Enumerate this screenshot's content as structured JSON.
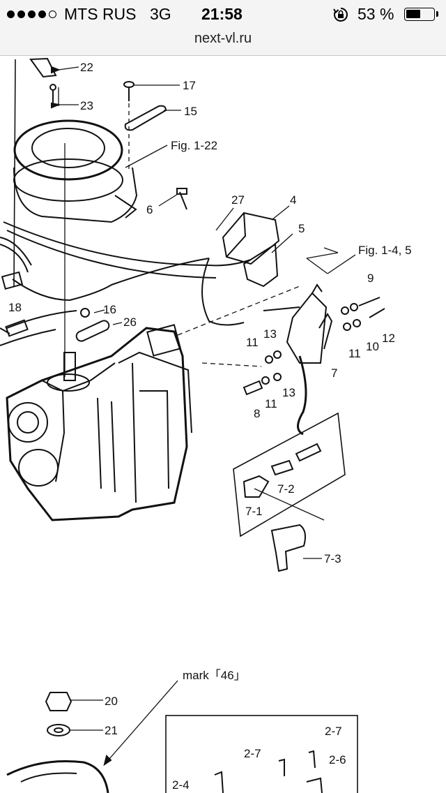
{
  "status_bar": {
    "carrier": "MTS RUS",
    "network": "3G",
    "time": "21:58",
    "battery_percent": "53 %",
    "battery_level": 0.53,
    "signal_bars_filled": 4,
    "signal_bars_total": 5
  },
  "browser": {
    "url": "next-vl.ru"
  },
  "icons": {
    "lock": "rotation-lock-icon",
    "battery": "battery-icon"
  },
  "diagram": {
    "part_labels": [
      "22",
      "23",
      "17",
      "15",
      "Fig. 1-22",
      "6",
      "27",
      "4",
      "5",
      "Fig. 1-4, 5",
      "18",
      "16",
      "26",
      "9",
      "12",
      "10",
      "11",
      "13",
      "7",
      "8",
      "7-2",
      "7-1",
      "7-3",
      "mark「46」",
      "20",
      "21",
      "2-7",
      "2-6",
      "2-4"
    ],
    "callouts": {
      "l22": "22",
      "l23": "23",
      "l17": "17",
      "l15": "15",
      "fig122": "Fig. 1-22",
      "l6": "6",
      "l27": "27",
      "l4": "4",
      "l5": "5",
      "fig145": "Fig. 1-4, 5",
      "l18": "18",
      "l16": "16",
      "l26": "26",
      "l9": "9",
      "l12": "12",
      "l10": "10",
      "l11a": "11",
      "l11b": "11",
      "l11c": "11",
      "l13a": "13",
      "l13b": "13",
      "l7": "7",
      "l8": "8",
      "l7_2": "7-2",
      "l7_1": "7-1",
      "l7_3": "7-3",
      "mark46": "mark「46」",
      "l20": "20",
      "l21": "21",
      "l2_7a": "2-7",
      "l2_7b": "2-7",
      "l2_6": "2-6",
      "l2_4": "2-4"
    }
  }
}
